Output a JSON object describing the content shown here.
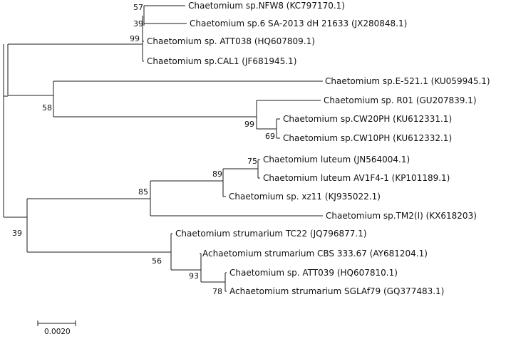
{
  "taxa": {
    "nfw8": "Chaetomium sp.NFW8 (KC797170.1)",
    "sa2013": "Chaetomium sp.6 SA-2013 dH 21633 (JX280848.1)",
    "att038": "Chaetomium sp. ATT038 (HQ607809.1)",
    "cal1": "Chaetomium sp.CAL1 (JF681945.1)",
    "e521": "Chaetomium sp.E-521.1 (KU059945.1)",
    "r01": "Chaetomium sp. R01 (GU207839.1)",
    "cw20ph": "Chaetomium sp.CW20PH (KU612331.1)",
    "cw10ph": "Chaetomium sp.CW10PH (KU612332.1)",
    "luteum1": "Chaetomium luteum (JN564004.1)",
    "luteum2": "Chaetomium luteum AV1F4-1 (KP101189.1)",
    "xz11": "Chaetomium sp. xz11 (KJ935022.1)",
    "tm2": "Chaetomium sp.TM2(I) (KX618203)",
    "tc22": "Chaetomium strumarium TC22 (JQ796877.1)",
    "cbs": "Achaetomium strumarium CBS 333.67 (AY681204.1)",
    "att039": "Chaetomium sp. ATT039 (HQ607810.1)",
    "sglaf79": "Achaetomium strumarium SGLAf79 (GQ377483.1)"
  },
  "bootstrap": {
    "n57": "57",
    "n39a": "39",
    "n99a": "99",
    "n58": "58",
    "n99b": "99",
    "n69": "69",
    "n75": "75",
    "n89": "89",
    "n85": "85",
    "n39b": "39",
    "n56": "56",
    "n93": "93",
    "n78": "78"
  },
  "scale_bar": {
    "label": "0.0020"
  }
}
